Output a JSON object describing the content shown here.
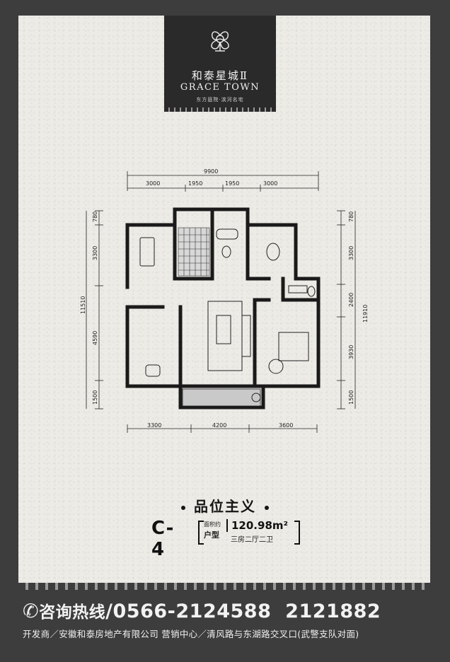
{
  "brand": {
    "name_cn": "和泰星城Ⅱ",
    "name_en": "GRACE TOWN",
    "tagline": "东方庭院·滨河名宅"
  },
  "floor_plan": {
    "top_total": "9900",
    "top_segments": [
      "3000",
      "1950",
      "1950",
      "3000"
    ],
    "bottom_segments": [
      "3300",
      "4200",
      "3600"
    ],
    "left_total": "11510",
    "left_segments": [
      "780",
      "3300",
      "4590",
      "1500"
    ],
    "right_total": "11910",
    "right_segments": [
      "780",
      "3300",
      "2400",
      "3930",
      "1500"
    ]
  },
  "headline": "品位主义",
  "unit": {
    "code": "C-4",
    "area_label": "面积约",
    "type_label": "户型",
    "area": "120.98m²",
    "rooms": "三房二厅二卫"
  },
  "contact": {
    "hotline_label": "咨询热线",
    "separator": "/",
    "phone1": "0566-2124588",
    "phone2": "2121882"
  },
  "footer": "开发商／安徽和泰房地产有限公司  营销中心／清风路与东湖路交叉口(武警支队对面)",
  "colors": {
    "frame": "#3d3d3d",
    "sheet": "#ecebe6",
    "wall": "#1a1a1a"
  }
}
